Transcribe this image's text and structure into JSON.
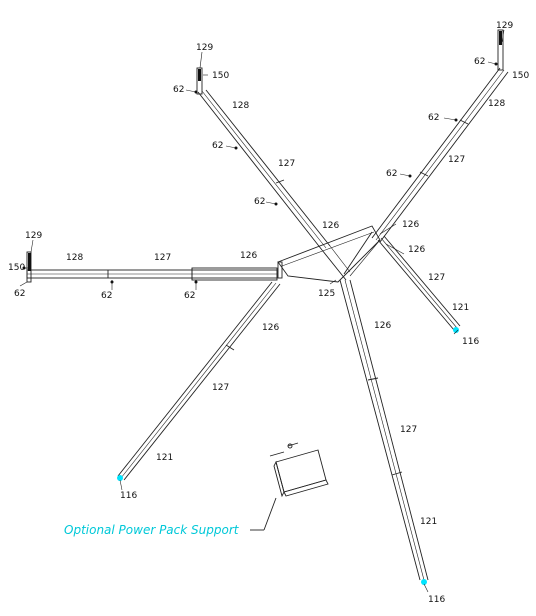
{
  "colors": {
    "line": "#222222",
    "accent": "#00e5ff",
    "caption": "#00c8d8"
  },
  "labels": {
    "n129_left": "129",
    "n150_left": "150",
    "n62_left_end": "62",
    "n128_left": "128",
    "n127_left": "127",
    "n126_left": "126",
    "n62_left_a": "62",
    "n62_left_b": "62",
    "n129_ul": "129",
    "n150_ul": "150",
    "n62_ul": "62",
    "n128_ul": "128",
    "n62_ul_a": "62",
    "n127_ul": "127",
    "n62_ul_b": "62",
    "n126_ul": "126",
    "n129_ur": "129",
    "n62_ur": "62",
    "n150_ur": "150",
    "n128_ur": "128",
    "n62_ur_a": "62",
    "n127_ur": "127",
    "n62_ur_b": "62",
    "n126_ur": "126",
    "n126_r": "126",
    "n127_r": "127",
    "n121_r": "121",
    "n116_r": "116",
    "n125": "125",
    "n126_ll": "126",
    "n127_ll": "127",
    "n121_ll": "121",
    "n116_ll": "116",
    "n126_b": "126",
    "n127_b": "127",
    "n121_b": "121",
    "n116_b": "116"
  },
  "caption": "Optional Power Pack Support"
}
